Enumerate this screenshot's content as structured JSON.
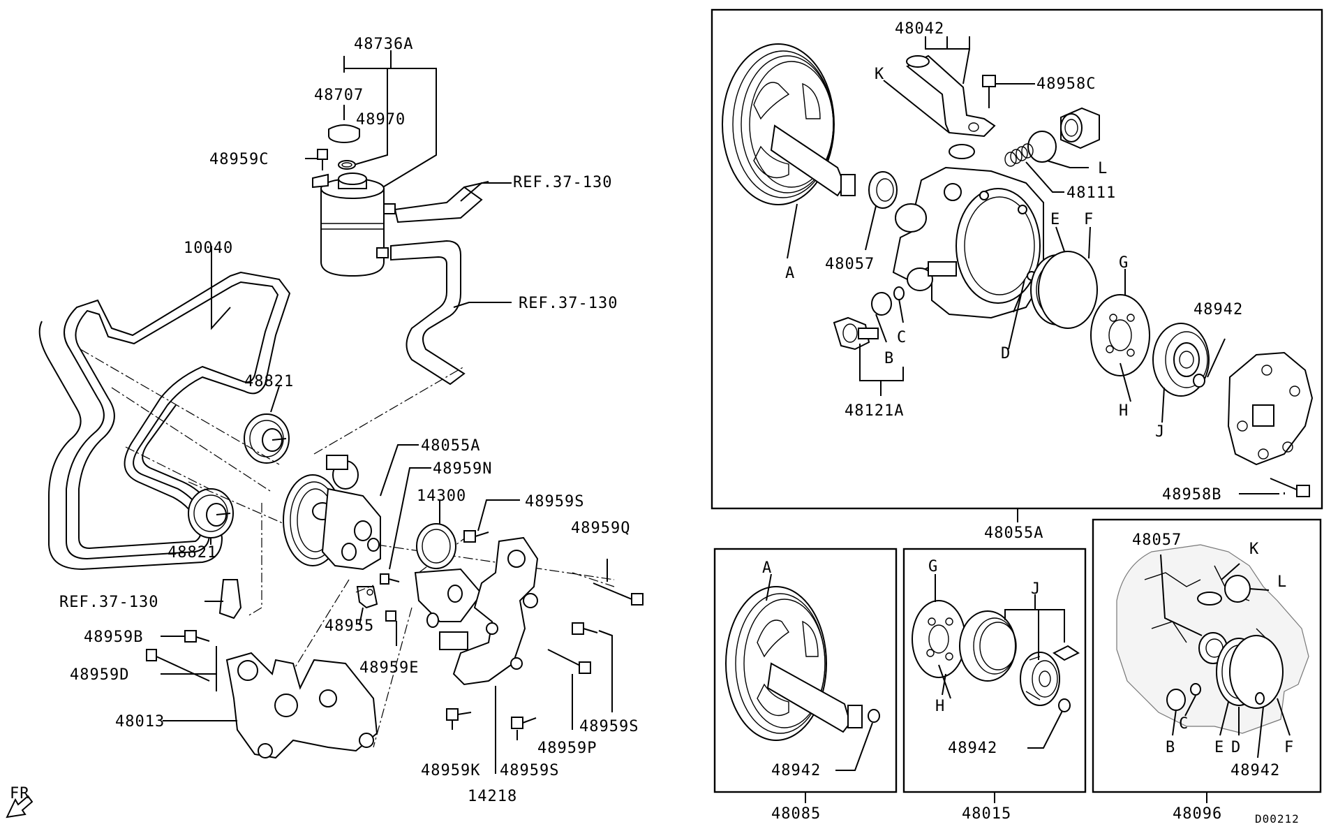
{
  "diagram_id": "D00212",
  "direction_label": "FR",
  "left_panel": {
    "reservoir_assy": "48736A",
    "cap": "48707",
    "seal": "48970",
    "reservoir_bolt": "48959C",
    "ref_upper": "REF.37-130",
    "ref_middle": "REF.37-130",
    "ref_lower": "REF.37-130",
    "belt": "10040",
    "idler_upper": "48821",
    "idler_lower": "48821",
    "pump_assy": "48055A",
    "bolt_n": "48959N",
    "tensioner": "14300",
    "bolt_s_top": "48959S",
    "bolt_q": "48959Q",
    "bracket_small": "48955",
    "bolt_e": "48959E",
    "bolt_b": "48959B",
    "bolt_d": "48959D",
    "bracket": "48013",
    "bolt_s_mid": "48959S",
    "bolt_p": "48959P",
    "bolt_k": "48959K",
    "bolt_s_bot": "48959S",
    "tensioner_bracket": "14218"
  },
  "pump_detail": {
    "pump_assy": "48055A",
    "pipe": "48042",
    "bolt_c": "48958C",
    "letter_k": "K",
    "letter_l": "L",
    "spring": "48111",
    "letter_a": "A",
    "seal_57": "48057",
    "valve_assy": "48121A",
    "letter_b": "B",
    "letter_c": "C",
    "letter_d": "D",
    "letter_e": "E",
    "letter_f": "F",
    "letter_g": "G",
    "letter_h": "H",
    "letter_j": "J",
    "ring_42": "48942",
    "bolt_b": "48958B"
  },
  "kit_pulley": {
    "kit_no": "48085",
    "letter_a": "A",
    "ring": "48942"
  },
  "kit_cartridge": {
    "kit_no": "48015",
    "letter_g": "G",
    "letter_h": "H",
    "letter_j": "J",
    "ring": "48942"
  },
  "kit_seal": {
    "kit_no": "48096",
    "seal": "48057",
    "letter_k": "K",
    "letter_l": "L",
    "letter_b": "B",
    "letter_c": "C",
    "letter_e": "E",
    "letter_d": "D",
    "letter_f": "F",
    "ring": "48942"
  }
}
